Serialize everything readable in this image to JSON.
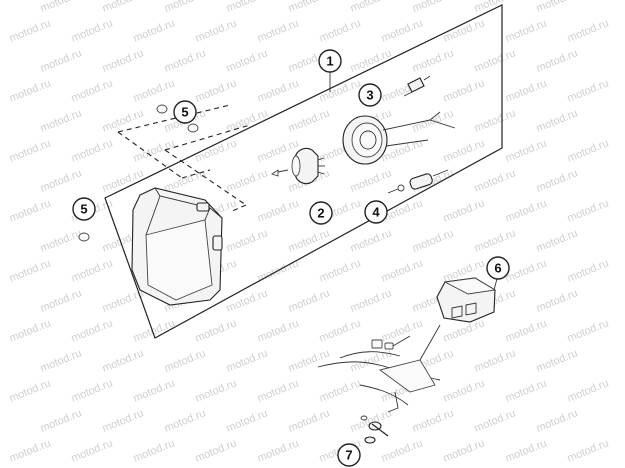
{
  "watermark": "motod.ru",
  "callouts": [
    {
      "id": "c1",
      "label": "1"
    },
    {
      "id": "c2",
      "label": "2"
    },
    {
      "id": "c3",
      "label": "3"
    },
    {
      "id": "c4",
      "label": "4"
    },
    {
      "id": "c5a",
      "label": "5"
    },
    {
      "id": "c5b",
      "label": "5"
    },
    {
      "id": "c6",
      "label": "6"
    },
    {
      "id": "c7",
      "label": "7"
    }
  ]
}
